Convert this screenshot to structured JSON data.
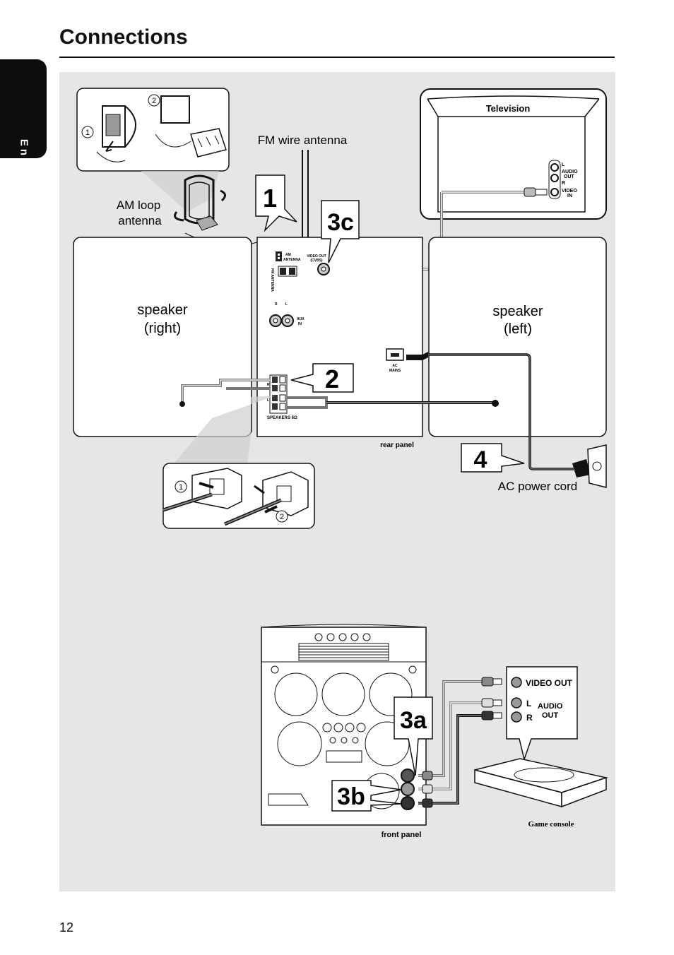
{
  "page": {
    "title": "Connections",
    "language_tab": "English",
    "page_number": "12"
  },
  "labels": {
    "fm_antenna": "FM wire antenna",
    "am_antenna_line1": "AM loop",
    "am_antenna_line2": "antenna",
    "television": "Television",
    "tv_l": "L",
    "tv_audio": "AUDIO",
    "tv_out": "OUT",
    "tv_r": "R",
    "tv_video": "VIDEO",
    "tv_in": "IN",
    "speaker_right_line1": "speaker",
    "speaker_right_line2": "(right)",
    "speaker_left_line1": "speaker",
    "speaker_left_line2": "(left)",
    "am_antenna_jack_1": "AM",
    "am_antenna_jack_2": "ANTENNA",
    "fm_antenna_jack": "FM ANTENNA",
    "video_out_1": "VIDEO OUT",
    "video_out_2": "(CVBS)",
    "aux_r": "R",
    "aux_l": "L",
    "aux_in_1": "AUX",
    "aux_in_2": "IN",
    "ac_mains_1": "AC",
    "ac_mains_2": "MAINS",
    "speakers_6ohm": "SPEAKERS 6Ω",
    "sp_r": "R",
    "sp_l": "L",
    "rear_panel": "rear panel",
    "ac_power_cord": "AC power cord",
    "front_panel": "front panel",
    "game_console": "Game console",
    "gc_video_out": "VIDEO OUT",
    "gc_l": "L",
    "gc_r": "R",
    "gc_audio": "AUDIO",
    "gc_out": "OUT",
    "step_1": "1",
    "step_2": "2",
    "step_3a": "3a",
    "step_3b": "3b",
    "step_3c": "3c",
    "step_4": "4",
    "circle_1a": "1",
    "circle_2a": "2",
    "circle_1b": "1",
    "circle_2b": "2"
  },
  "colors": {
    "panel_bg": "#e6e6e6",
    "ink": "#111111",
    "cable_grey": "#8a8a8a"
  }
}
